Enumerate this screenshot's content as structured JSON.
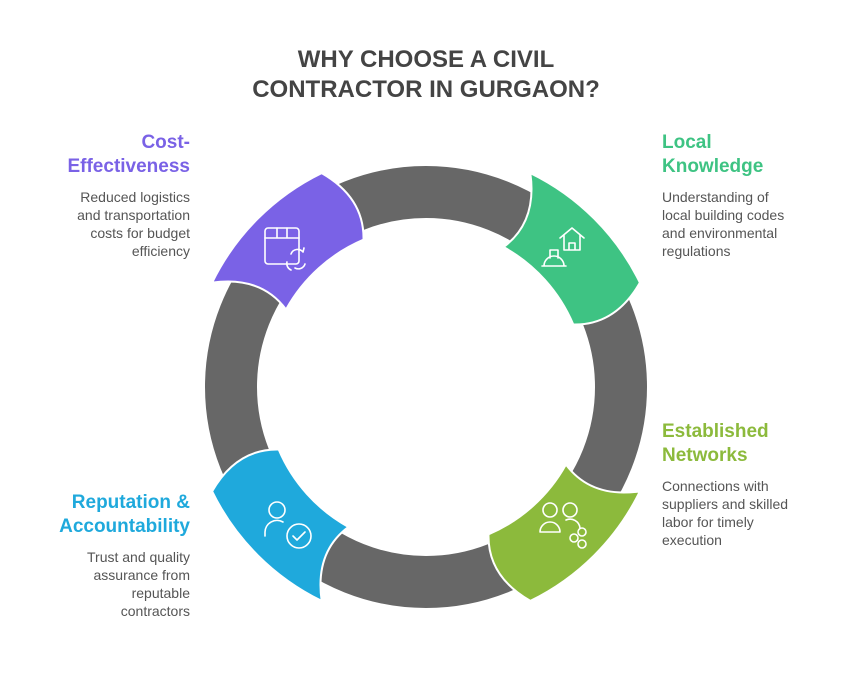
{
  "title": [
    "WHY CHOOSE A CIVIL",
    "CONTRACTOR IN GURGAON?"
  ],
  "items": [
    {
      "id": "cost",
      "heading": [
        "Cost-",
        "Effectiveness"
      ],
      "desc": [
        "Reduced logistics",
        "and transportation",
        "costs for budget",
        "efficiency"
      ],
      "color": "#7a62e6",
      "icon": "box-recycle-icon"
    },
    {
      "id": "local",
      "heading": [
        "Local",
        "Knowledge"
      ],
      "desc": [
        "Understanding of",
        "local building codes",
        "and environmental",
        "regulations"
      ],
      "color": "#3ec383",
      "icon": "house-hardhat-icon"
    },
    {
      "id": "networks",
      "heading": [
        "Established",
        "Networks"
      ],
      "desc": [
        "Connections with",
        "suppliers and skilled",
        "labor for timely",
        "execution"
      ],
      "color": "#8cba3c",
      "icon": "users-share-icon"
    },
    {
      "id": "reputation",
      "heading": [
        "Reputation &",
        "Accountability"
      ],
      "desc": [
        "Trust and quality",
        "assurance from",
        "reputable",
        "contractors"
      ],
      "color": "#1fa9dc",
      "icon": "user-check-icon"
    }
  ],
  "ring_color": "#676767"
}
